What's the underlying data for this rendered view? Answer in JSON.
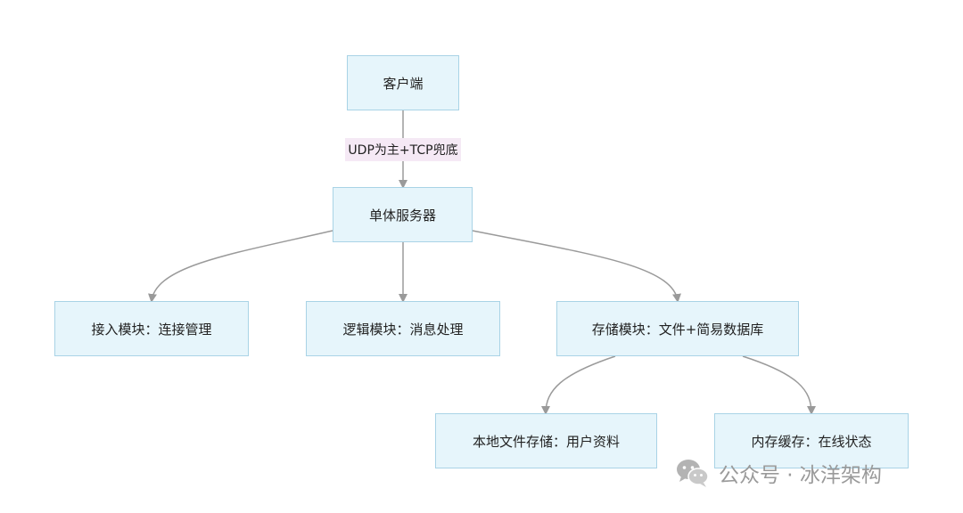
{
  "diagram": {
    "nodes": {
      "client": "客户端",
      "server": "单体服务器",
      "access": "接入模块：连接管理",
      "logic": "逻辑模块：消息处理",
      "storage": "存储模块：文件+简易数据库",
      "local_file": "本地文件存储：用户资料",
      "memory_cache": "内存缓存：在线状态"
    },
    "edge_labels": {
      "client_to_server": "UDP为主+TCP兜底"
    },
    "edges": [
      [
        "client",
        "server"
      ],
      [
        "server",
        "access"
      ],
      [
        "server",
        "logic"
      ],
      [
        "server",
        "storage"
      ],
      [
        "storage",
        "local_file"
      ],
      [
        "storage",
        "memory_cache"
      ]
    ],
    "colors": {
      "node_fill": "#e6f5fb",
      "node_border": "#a9d3e6",
      "edge": "#9a9a9a",
      "edge_label_bg": "#f5e9f5"
    }
  },
  "watermark": {
    "icon": "wechat-icon",
    "text": "公众号 · 冰洋架构"
  }
}
